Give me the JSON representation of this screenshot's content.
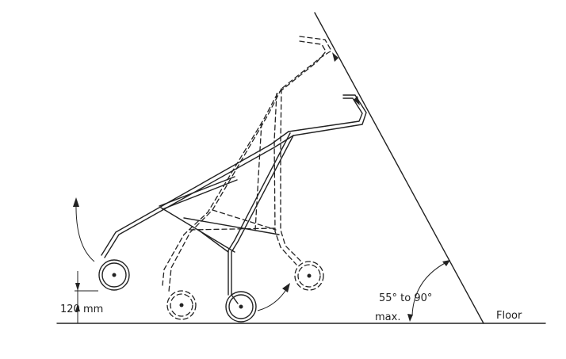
{
  "labels": {
    "height": "120 mm",
    "angle": "55° to 90°",
    "max": "max.",
    "floor": "Floor"
  }
}
